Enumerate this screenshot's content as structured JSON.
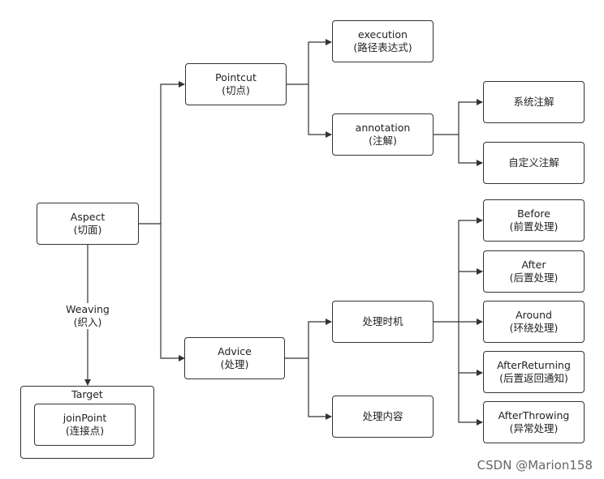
{
  "nodes": {
    "aspect": {
      "title": "Aspect",
      "sub": "(切面)"
    },
    "pointcut": {
      "title": "Pointcut",
      "sub": "(切点)"
    },
    "advice": {
      "title": "Advice",
      "sub": "(处理)"
    },
    "execution": {
      "title": "execution",
      "sub": "(路径表达式)"
    },
    "annotation": {
      "title": "annotation",
      "sub": "(注解)"
    },
    "system_annotation": {
      "title": "系统注解"
    },
    "custom_annotation": {
      "title": "自定义注解"
    },
    "timing": {
      "title": "处理时机"
    },
    "content": {
      "title": "处理内容"
    },
    "before": {
      "title": "Before",
      "sub": "(前置处理)"
    },
    "after": {
      "title": "After",
      "sub": "(后置处理)"
    },
    "around": {
      "title": "Around",
      "sub": "(环绕处理)"
    },
    "after_returning": {
      "title": "AfterReturning",
      "sub": "(后置返回通知)"
    },
    "after_throwing": {
      "title": "AfterThrowing",
      "sub": "(异常处理)"
    },
    "target": {
      "title": "Target"
    },
    "join_point": {
      "title": "joinPoint",
      "sub": "(连接点)"
    }
  },
  "edge_labels": {
    "weaving": {
      "title": "Weaving",
      "sub": "(织入)"
    }
  },
  "watermark": "CSDN @Marion158"
}
